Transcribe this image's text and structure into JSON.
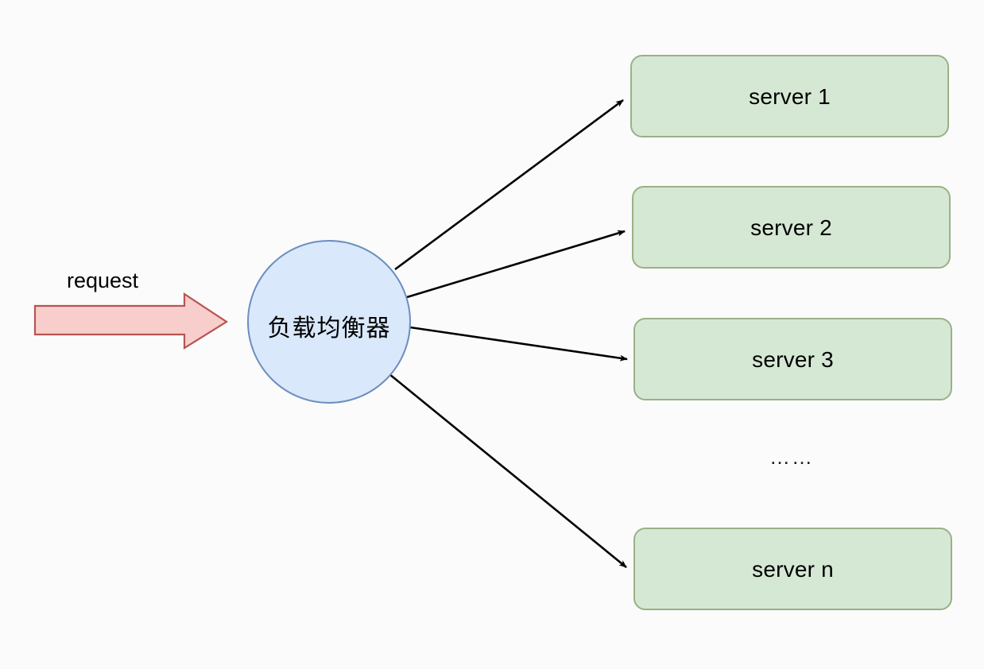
{
  "diagram": {
    "title_text": "",
    "colors": {
      "server_fill": "#d5e8d4",
      "server_stroke": "#9ab185",
      "balancer_fill": "#dae8fc",
      "balancer_stroke": "#6c8ebf",
      "request_fill": "#f8cecc",
      "request_stroke": "#b85450",
      "arrow_stroke": "#000000",
      "background": "#fbfbfc"
    },
    "request": {
      "label": "request",
      "shape": "block-arrow-right"
    },
    "balancer": {
      "label": "负载均衡器",
      "shape": "circle"
    },
    "servers": [
      {
        "label": "server 1"
      },
      {
        "label": "server 2"
      },
      {
        "label": "server 3"
      },
      {
        "label": "server n"
      }
    ],
    "ellipsis": "……",
    "connections": [
      {
        "from": "负载均衡器",
        "to": "server 1"
      },
      {
        "from": "负载均衡器",
        "to": "server 2"
      },
      {
        "from": "负载均衡器",
        "to": "server 3"
      },
      {
        "from": "负载均衡器",
        "to": "server n"
      }
    ]
  }
}
